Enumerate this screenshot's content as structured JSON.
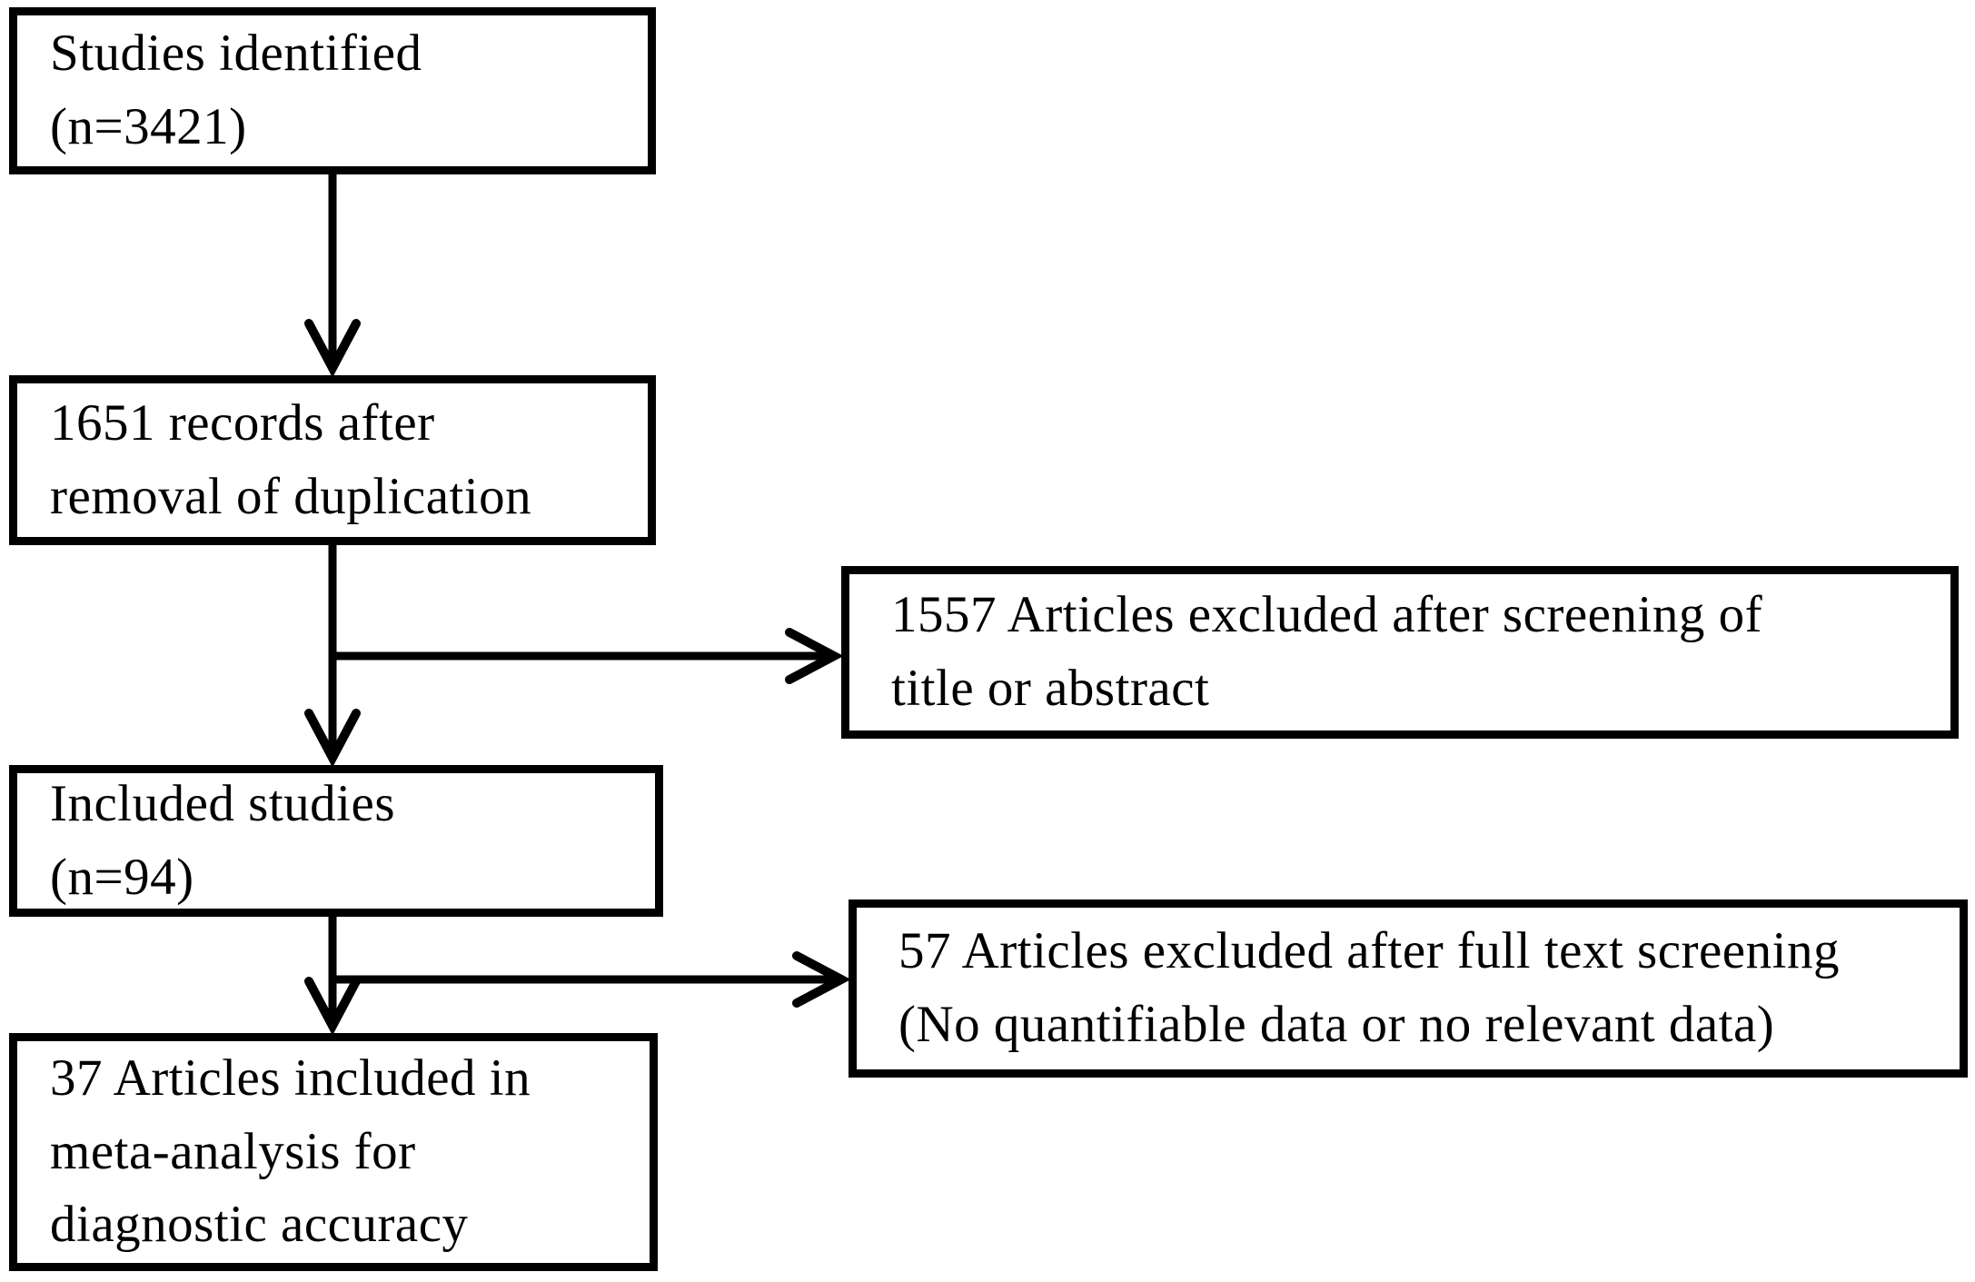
{
  "figure": {
    "type": "flowchart",
    "colors": {
      "ink": "#000000",
      "box_fill": "#ffffff",
      "background": "#ffffff"
    }
  },
  "flowchart": {
    "nodes": {
      "identified": {
        "id": "identified",
        "text": "Studies identified\n(n=3421)",
        "count": 3421
      },
      "after_dedup": {
        "id": "after_dedup",
        "text": "1651 records after\nremoval of duplication",
        "count": 1651
      },
      "excluded_screening": {
        "id": "excluded_screening",
        "text": "1557 Articles excluded after screening of\ntitle or abstract",
        "count": 1557
      },
      "included": {
        "id": "included",
        "text": "Included studies\n(n=94)",
        "count": 94
      },
      "excluded_fulltext": {
        "id": "excluded_fulltext",
        "text": "57 Articles excluded after full text screening\n(No quantifiable data or no relevant data)",
        "count": 57
      },
      "meta_analysis": {
        "id": "meta_analysis",
        "text": "37 Articles included in\nmeta-analysis for\ndiagnostic accuracy",
        "count": 37
      }
    },
    "edges": [
      {
        "from": "identified",
        "to": "after_dedup",
        "style": "arrow-down"
      },
      {
        "from": "after_dedup",
        "to": "excluded_screening",
        "style": "arrow-right-branch"
      },
      {
        "from": "after_dedup",
        "to": "included",
        "style": "arrow-down"
      },
      {
        "from": "included",
        "to": "excluded_fulltext",
        "style": "arrow-right-branch"
      },
      {
        "from": "included",
        "to": "meta_analysis",
        "style": "arrow-down"
      }
    ]
  }
}
